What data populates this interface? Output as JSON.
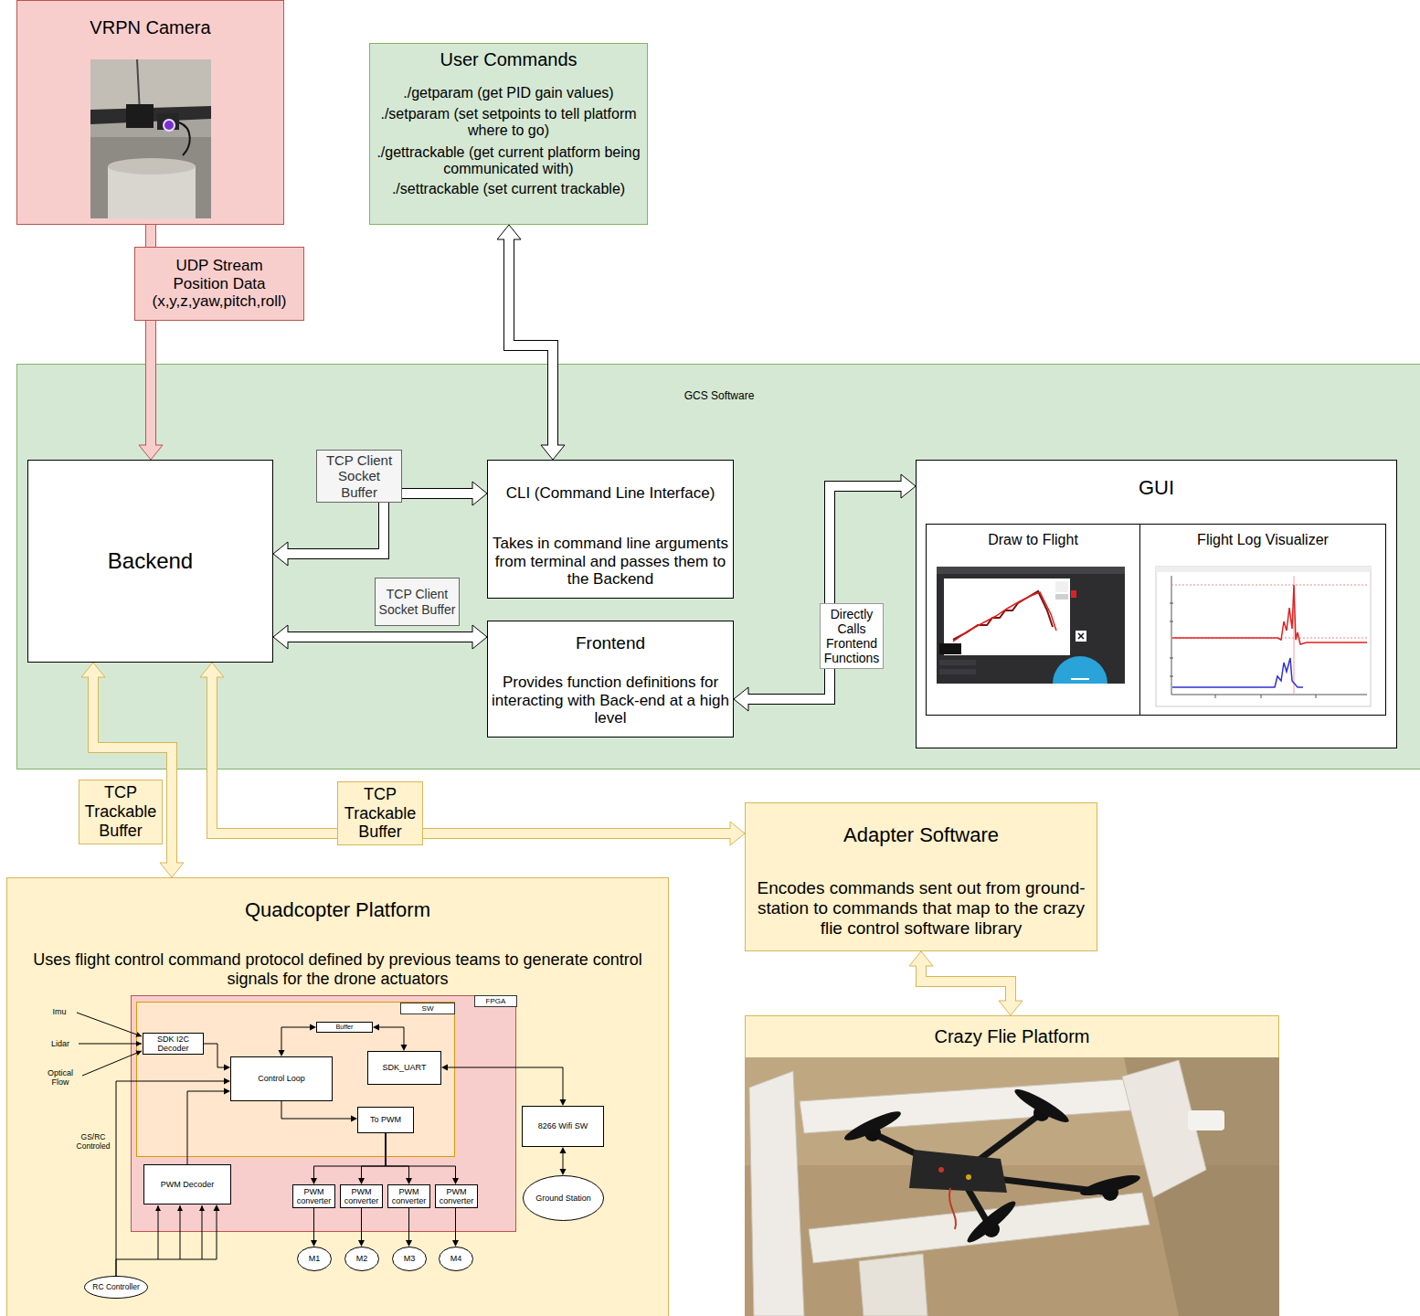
{
  "diagram": {
    "nodes": [
      {
        "text": [
          "VRPN Camera"
        ]
      },
      {
        "text": [
          "User Commands",
          "./getparam (get PID gain values)",
          "./setparam (set setpoints to tell platform where to go)",
          "./gettrackable (get current platform being communicated with)",
          "./settrackable (set current trackable)"
        ]
      },
      {
        "text": [
          "GCS Software"
        ]
      },
      {
        "text": [
          "Backend"
        ],
        "in": 2
      },
      {
        "text": [
          "CLI (Command Line Interface)",
          "Takes in command line arguments from terminal and passes them to the Backend"
        ],
        "in": 2
      },
      {
        "text": [
          "Frontend",
          "Provides function definitions for interacting with Back-end at a high level"
        ],
        "in": 2
      },
      {
        "text": [
          "GUI"
        ],
        "in": 2
      },
      {
        "text": [
          "Draw to Flight"
        ],
        "in": 6
      },
      {
        "text": [
          "Flight Log Visualizer"
        ],
        "in": 6
      },
      {
        "text": [
          "Quadcopter Platform",
          "Uses flight control command protocol defined by previous teams to generate control signals for the drone actuators"
        ]
      },
      {
        "text": [
          "FPGA"
        ],
        "in": 9
      },
      {
        "text": [
          "SW"
        ],
        "in": 10
      },
      {
        "text": [
          "SDK I2C Decoder"
        ],
        "in": 11
      },
      {
        "text": [
          "Buffer"
        ],
        "in": 11
      },
      {
        "text": [
          "Control Loop"
        ],
        "in": 11
      },
      {
        "text": [
          "SDK_UART"
        ],
        "in": 11
      },
      {
        "text": [
          "To PWM"
        ],
        "in": 11
      },
      {
        "text": [
          "PWM Decoder"
        ],
        "in": 10
      },
      {
        "text": [
          "PWM converter"
        ],
        "in": 10
      },
      {
        "text": [
          "PWM converter"
        ],
        "in": 10
      },
      {
        "text": [
          "PWM converter"
        ],
        "in": 10
      },
      {
        "text": [
          "PWM converter"
        ],
        "in": 10
      },
      {
        "text": [
          "8266 Wifi SW"
        ],
        "in": 9
      },
      {
        "text": [
          "Ground Station"
        ],
        "in": 9
      },
      {
        "text": [
          "M1"
        ],
        "in": 9
      },
      {
        "text": [
          "M2"
        ],
        "in": 9
      },
      {
        "text": [
          "M3"
        ],
        "in": 9
      },
      {
        "text": [
          "M4"
        ],
        "in": 9
      },
      {
        "text": [
          "RC Controller"
        ],
        "in": 9
      },
      {
        "text": [
          "Adapter Software",
          "Encodes commands sent out from ground-station to commands that map to the crazy flie control software library"
        ]
      },
      {
        "text": [
          "Crazy Flie Platform"
        ]
      }
    ],
    "edges": [
      {
        "from": 0,
        "to": 3,
        "arrow": "to",
        "label": "UDP Stream Position Data (x,y,z,yaw,pitch,roll)"
      },
      {
        "from": 1,
        "to": 4,
        "arrow": "both"
      },
      {
        "from": 3,
        "to": 4,
        "arrow": "both",
        "label": "TCP Client Socket Buffer"
      },
      {
        "from": 3,
        "to": 5,
        "arrow": "both",
        "label": "TCP Client Socket Buffer"
      },
      {
        "from": 6,
        "to": 5,
        "arrow": "both",
        "label": "Directly Calls Frontend Functions"
      },
      {
        "from": 3,
        "to": 9,
        "arrow": "both",
        "label": "TCP Trackable Buffer"
      },
      {
        "from": 3,
        "to": 29,
        "arrow": "both",
        "label": "TCP Trackable Buffer"
      },
      {
        "from": 29,
        "to": 30,
        "arrow": "both"
      },
      {
        "from": 12,
        "to": 14,
        "arrow": "to"
      },
      {
        "from": 14,
        "to": 13,
        "arrow": "both"
      },
      {
        "from": 13,
        "to": 15,
        "arrow": "both"
      },
      {
        "from": 14,
        "to": 16,
        "arrow": "to"
      },
      {
        "from": 16,
        "to": 18,
        "arrow": "to"
      },
      {
        "from": 16,
        "to": 19,
        "arrow": "to"
      },
      {
        "from": 16,
        "to": 20,
        "arrow": "to"
      },
      {
        "from": 16,
        "to": 21,
        "arrow": "to"
      },
      {
        "from": 18,
        "to": 24,
        "arrow": "to"
      },
      {
        "from": 19,
        "to": 25,
        "arrow": "to"
      },
      {
        "from": 20,
        "to": 26,
        "arrow": "to"
      },
      {
        "from": 21,
        "to": 27,
        "arrow": "to"
      },
      {
        "from": 15,
        "to": 22,
        "arrow": "both"
      },
      {
        "from": 22,
        "to": 23,
        "arrow": "both"
      },
      {
        "from": 17,
        "to": 14,
        "arrow": "to"
      },
      {
        "from": 28,
        "to": 17,
        "arrow": "to"
      },
      {
        "from": 28,
        "to": 14,
        "arrow": "to",
        "label": "GS/RC Controled"
      }
    ],
    "labels": [
      "Imu",
      "Lidar",
      "Optical Flow"
    ]
  }
}
